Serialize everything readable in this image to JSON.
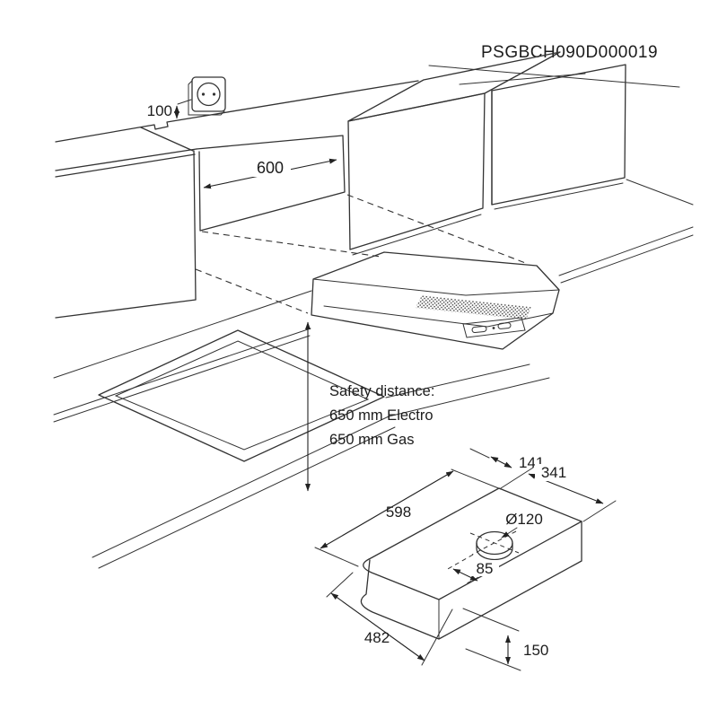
{
  "colors": {
    "line": "#333333",
    "text": "#1c1c1c",
    "background": "#ffffff"
  },
  "header": {
    "drawing_code": "PSGBCH090D000019"
  },
  "installation_view": {
    "socket_height_mm": "100",
    "niche_width_mm": "600",
    "safety_distance": {
      "title": "Safety distance:",
      "electric": "650 mm Electro",
      "gas": "650 mm Gas"
    }
  },
  "hood_detail_view": {
    "width_mm": "598",
    "depth_mm": "341",
    "rear_offset_mm": "141",
    "outlet_diameter": "Ø120",
    "outlet_center_mm": "85",
    "front_width_mm": "482",
    "height_mm": "150"
  }
}
